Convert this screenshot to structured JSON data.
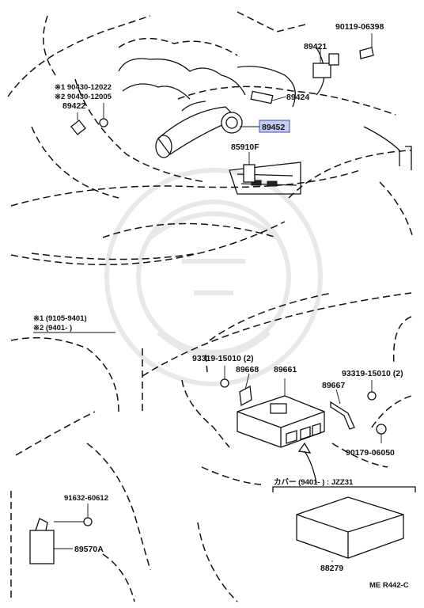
{
  "diagram": {
    "labels": {
      "p90119": "90119-06398",
      "p89421": "89421",
      "p89424": "89424",
      "p89452": "89452",
      "p85910F": "85910F",
      "note1_part": "※1  90430-12022",
      "note2_part": "※2  90430-12005",
      "p89422": "89422",
      "legend1": "※1  (9105-9401)",
      "legend2": "※2  (9401-        )",
      "p93319_left": "93319-15010 (2)",
      "p89668": "89668",
      "p89661": "89661",
      "p93319_right": "93319-15010 (2)",
      "p89667": "89667",
      "p90179": "90179-06050",
      "p91632": "91632-60612",
      "p89570A": "89570A",
      "cover_note": "カバー   (9401-        ) : JZZ31",
      "p88279": "88279",
      "fig_code": "ME R442-C"
    },
    "highlight_color": "#c6cdf0"
  }
}
